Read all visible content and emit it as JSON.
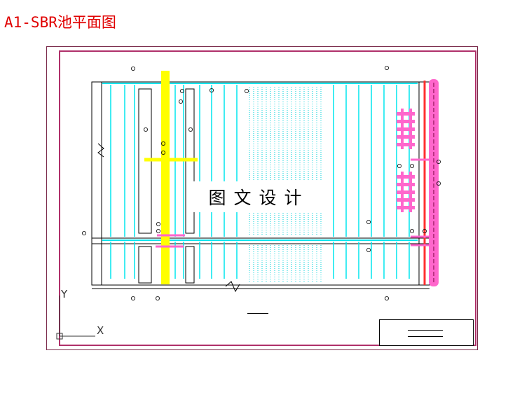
{
  "page": {
    "title": "A1-SBR池平面图"
  },
  "drawing": {
    "watermark": "图文设计",
    "caption": "",
    "axis": {
      "y_label": "Y",
      "x_label": "X"
    },
    "title_block": {
      "drawing_name": ""
    },
    "colors": {
      "pipe_cyan": "#00e5ee",
      "pipe_yellow": "#ffff00",
      "pipe_magenta": "#ff66cc",
      "pipe_red": "#ff3030",
      "frame": "#b0306a",
      "structure": "#000000"
    }
  }
}
